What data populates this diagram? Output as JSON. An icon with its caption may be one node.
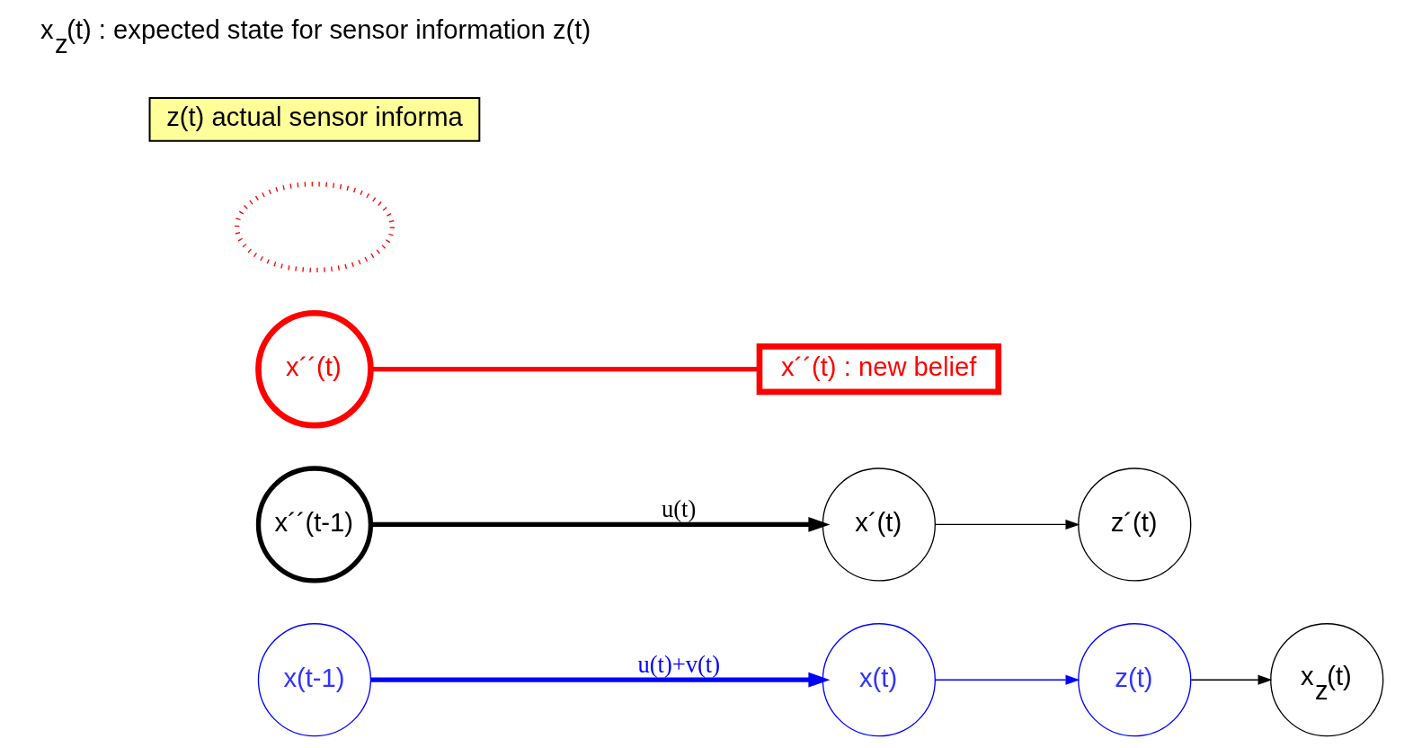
{
  "diagram": {
    "nodes": [
      {
        "text": [
          "x(t-1)"
        ]
      },
      {
        "text": [
          "x´´(t-1)"
        ]
      },
      {
        "text": [
          "x(t)"
        ]
      },
      {
        "text": [
          "x$_{z}$(t)"
        ]
      },
      {
        "text": [
          "x´´(t)"
        ]
      },
      {
        "text": [
          "x´(t)"
        ]
      },
      {
        "text": [
          "z(t)"
        ]
      },
      {
        "text": [
          "z´(t)"
        ]
      },
      {
        "text": [],
        "shape": "ellipse"
      },
      {
        "text": [
          "x´´(t) : new belief"
        ]
      },
      {
        "text": [
          "z(t) actual sensor informa"
        ]
      }
    ],
    "edges": [
      {
        "from": 0,
        "to": 2,
        "arrow": "to",
        "label": "u(t)+v(t)",
        "style": "thick",
        "color": "#0000ff"
      },
      {
        "from": 1,
        "to": 5,
        "arrow": "to",
        "label": "u(t)",
        "style": "thick"
      },
      {
        "from": 2,
        "to": 6,
        "arrow": "to",
        "color": "#0000ff"
      },
      {
        "from": 6,
        "to": 3,
        "arrow": "to"
      },
      {
        "from": 5,
        "to": 7,
        "arrow": "to"
      },
      {
        "from": 4,
        "to": 9,
        "arrow": "none",
        "style": "thick",
        "color": "#ff0000"
      }
    ],
    "labels": [
      "x$_{z}$(t) : expected state for sensor information z(t)"
    ]
  }
}
